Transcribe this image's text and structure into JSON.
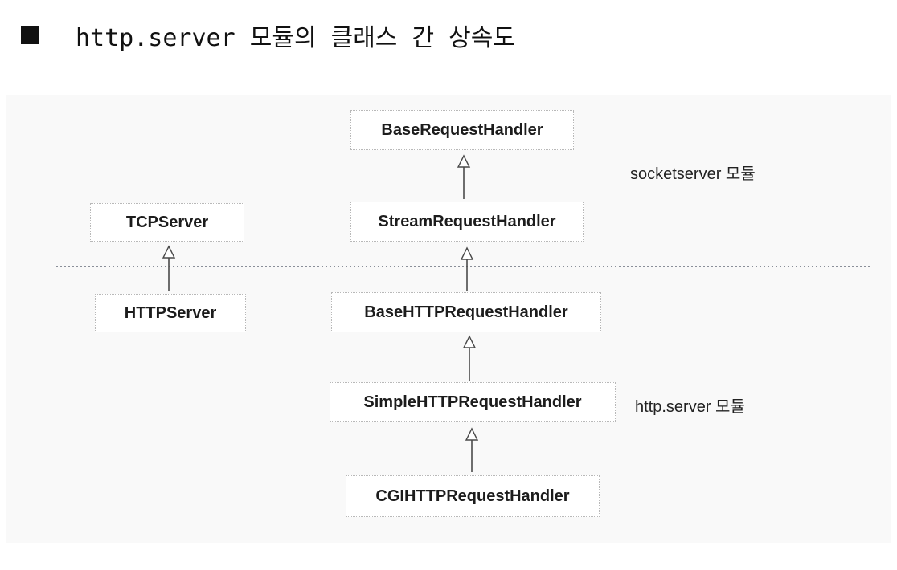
{
  "title": {
    "bullet": "■",
    "text": "http.server 모듈의 클래스 간 상속도"
  },
  "diagram": {
    "classes": [
      {
        "id": "base-request-handler",
        "name": "BaseRequestHandler",
        "module": "socketserver"
      },
      {
        "id": "stream-request-handler",
        "name": "StreamRequestHandler",
        "module": "socketserver"
      },
      {
        "id": "tcp-server",
        "name": "TCPServer",
        "module": "socketserver"
      },
      {
        "id": "http-server",
        "name": "HTTPServer",
        "module": "http.server"
      },
      {
        "id": "base-http-request-handler",
        "name": "BaseHTTPRequestHandler",
        "module": "http.server"
      },
      {
        "id": "simple-http-request-handler",
        "name": "SimpleHTTPRequestHandler",
        "module": "http.server"
      },
      {
        "id": "cgi-http-request-handler",
        "name": "CGIHTTPRequestHandler",
        "module": "http.server"
      }
    ],
    "inheritance": [
      {
        "child": "stream-request-handler",
        "parent": "base-request-handler"
      },
      {
        "child": "base-http-request-handler",
        "parent": "stream-request-handler"
      },
      {
        "child": "simple-http-request-handler",
        "parent": "base-http-request-handler"
      },
      {
        "child": "cgi-http-request-handler",
        "parent": "simple-http-request-handler"
      },
      {
        "child": "http-server",
        "parent": "tcp-server"
      }
    ],
    "module_labels": {
      "socketserver": "socketserver 모듈",
      "http_server": "http.server 모듈"
    },
    "colors": {
      "line": "#4a4a4a",
      "divider": "#8a8f99",
      "box_border": "#b8b8b8"
    }
  }
}
